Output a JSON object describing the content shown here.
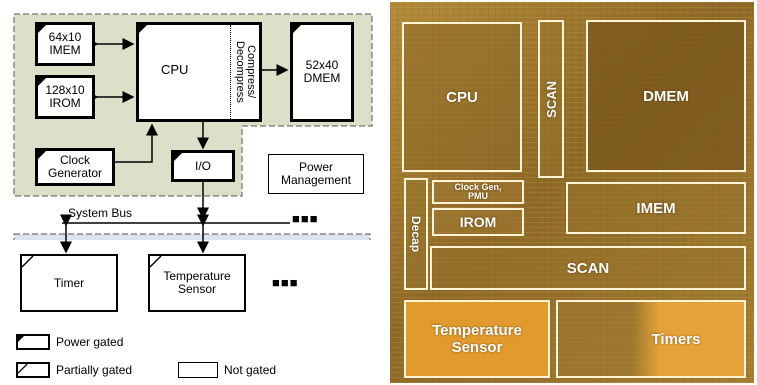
{
  "diagram": {
    "blocks": {
      "imem": "64x10\nIMEM",
      "irom": "128x10\nIROM",
      "cpu": "CPU",
      "compress": "Compress/\nDecompress",
      "dmem": "52x40\nDMEM",
      "clock": "Clock\nGenerator",
      "io": "I/O",
      "power": "Power\nManagement",
      "timer": "Timer",
      "temp": "Temperature\nSensor"
    },
    "system_bus": "System Bus",
    "ellipsis": "■■■",
    "legend": {
      "power_gated": "Power gated",
      "partially_gated": "Partially gated",
      "not_gated": "Not gated"
    },
    "colors": {
      "power_gated_domain": "#dde0c8",
      "partial_domain": "#dce4f0"
    }
  },
  "die": {
    "cpu": "CPU",
    "scan_vertical": "SCAN",
    "dmem": "DMEM",
    "decap": "Decap",
    "clock_pmu": "Clock Gen,\nPMU",
    "irom": "IROM",
    "imem": "IMEM",
    "scan_horizontal": "SCAN",
    "temp": "Temperature\nSensor",
    "timers": "Timers"
  }
}
